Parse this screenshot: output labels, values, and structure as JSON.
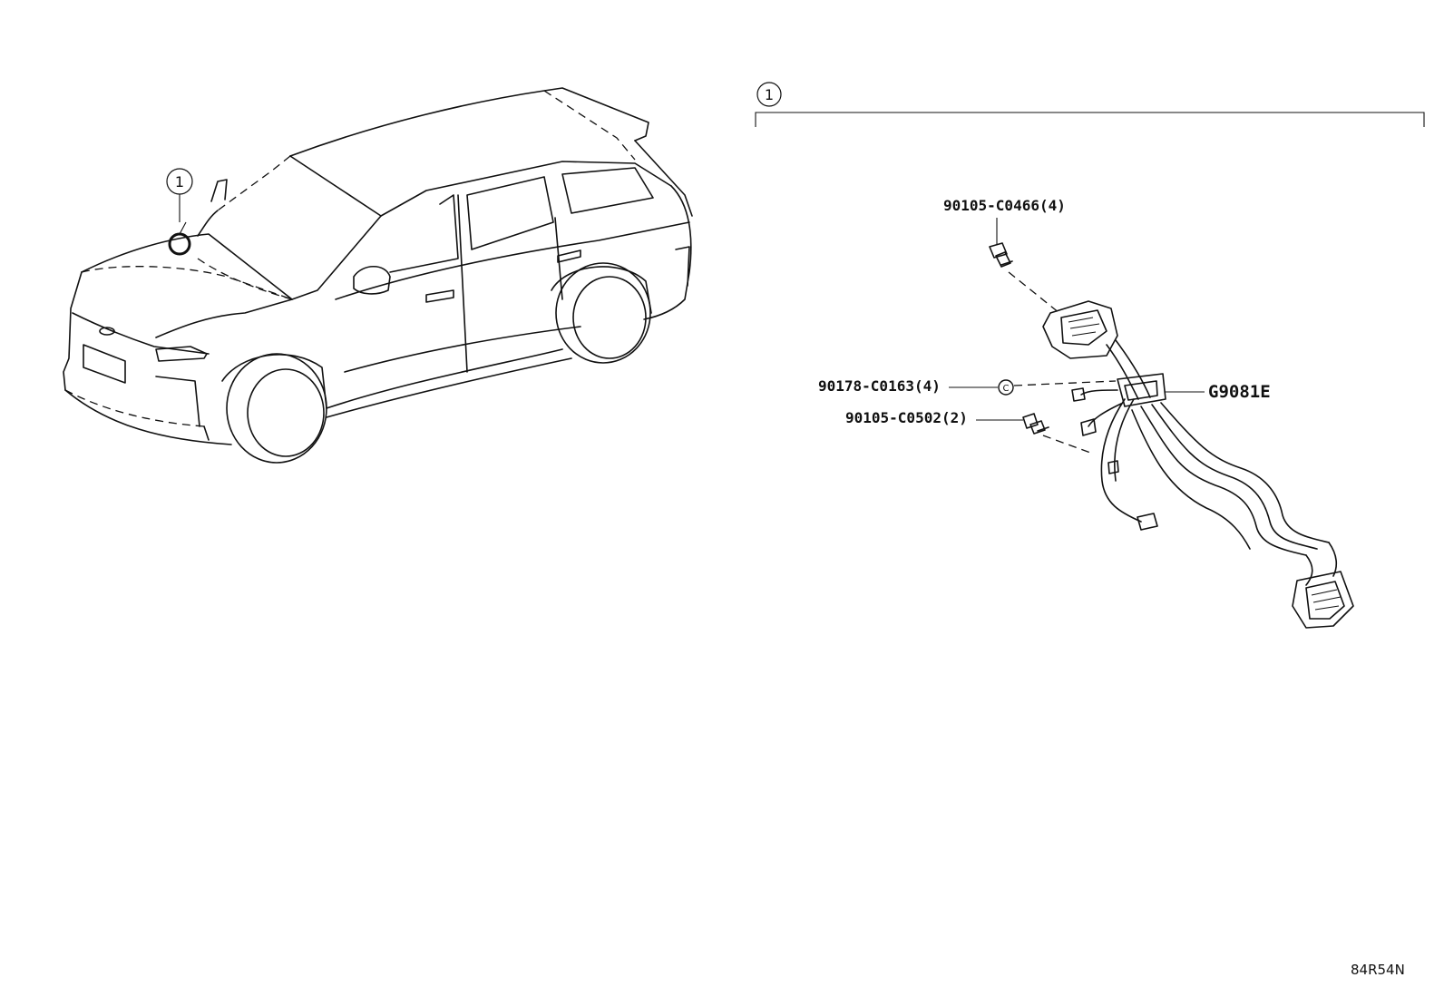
{
  "callouts": {
    "car_ref": "1",
    "group_ref": "1"
  },
  "parts": {
    "bolt_top": "90105-C0466(4)",
    "clip": "90178-C0163(4)",
    "bolt_bottom": "90105-C0502(2)",
    "harness": "G9081E",
    "clip_symbol": "C"
  },
  "diagram_code": "84R54N"
}
